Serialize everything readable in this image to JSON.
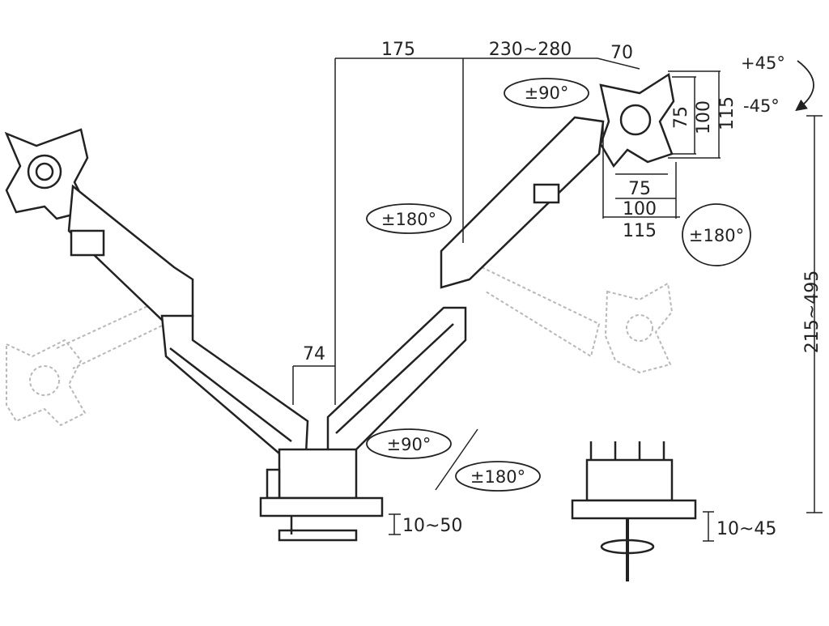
{
  "dimensions": {
    "arm_offset": "175",
    "arm_reach": "230~280",
    "head_offset": "70",
    "pole_offset": "74",
    "height_range": "215~495",
    "vesa_v_75": "75",
    "vesa_v_100": "100",
    "vesa_v_115": "115",
    "vesa_h_75": "75",
    "vesa_h_100": "100",
    "vesa_h_115": "115",
    "clamp_thickness": "10~50",
    "grommet_thickness": "10~45"
  },
  "rotations": {
    "tilt_up": "+45°",
    "tilt_down": "-45°",
    "head_rotation": "±90°",
    "forearm_swivel": "±180°",
    "head_swivel": "±180°",
    "base_rotation": "±90°",
    "pole_rotation": "±180°"
  },
  "colors": {
    "line": "#222222",
    "ghost": "#b8b8b8",
    "background": "#ffffff"
  }
}
